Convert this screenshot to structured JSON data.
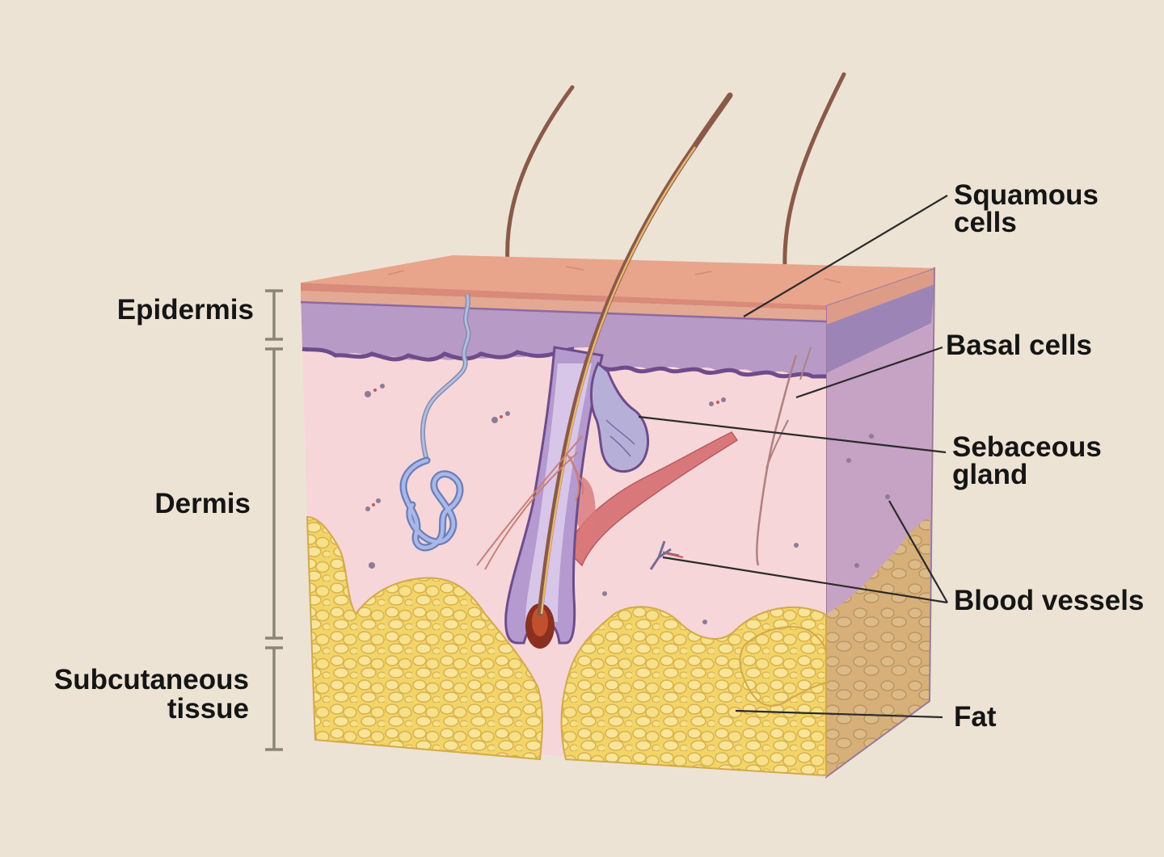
{
  "labels": {
    "epidermis": "Epidermis",
    "dermis": "Dermis",
    "subcutaneous_line1": "Subcutaneous",
    "subcutaneous_line2": "tissue",
    "squamous_line1": "Squamous",
    "squamous_line2": "cells",
    "basal": "Basal cells",
    "sebaceous_line1": "Sebaceous",
    "sebaceous_line2": "gland",
    "blood_vessels": "Blood vessels",
    "fat": "Fat"
  },
  "colors": {
    "background": "#ece3d5",
    "skin_surface": "#e9a48c",
    "epidermis_purple": "#b79ac6",
    "dermis_pink": "#f6d6d8",
    "fat_yellow": "#f3d468",
    "muscle_red": "#d9787a",
    "hair_brown": "#8a5a48",
    "gland_blue": "#8fa5d6",
    "label_text": "#151515",
    "leader_line": "#2a2a2a"
  }
}
